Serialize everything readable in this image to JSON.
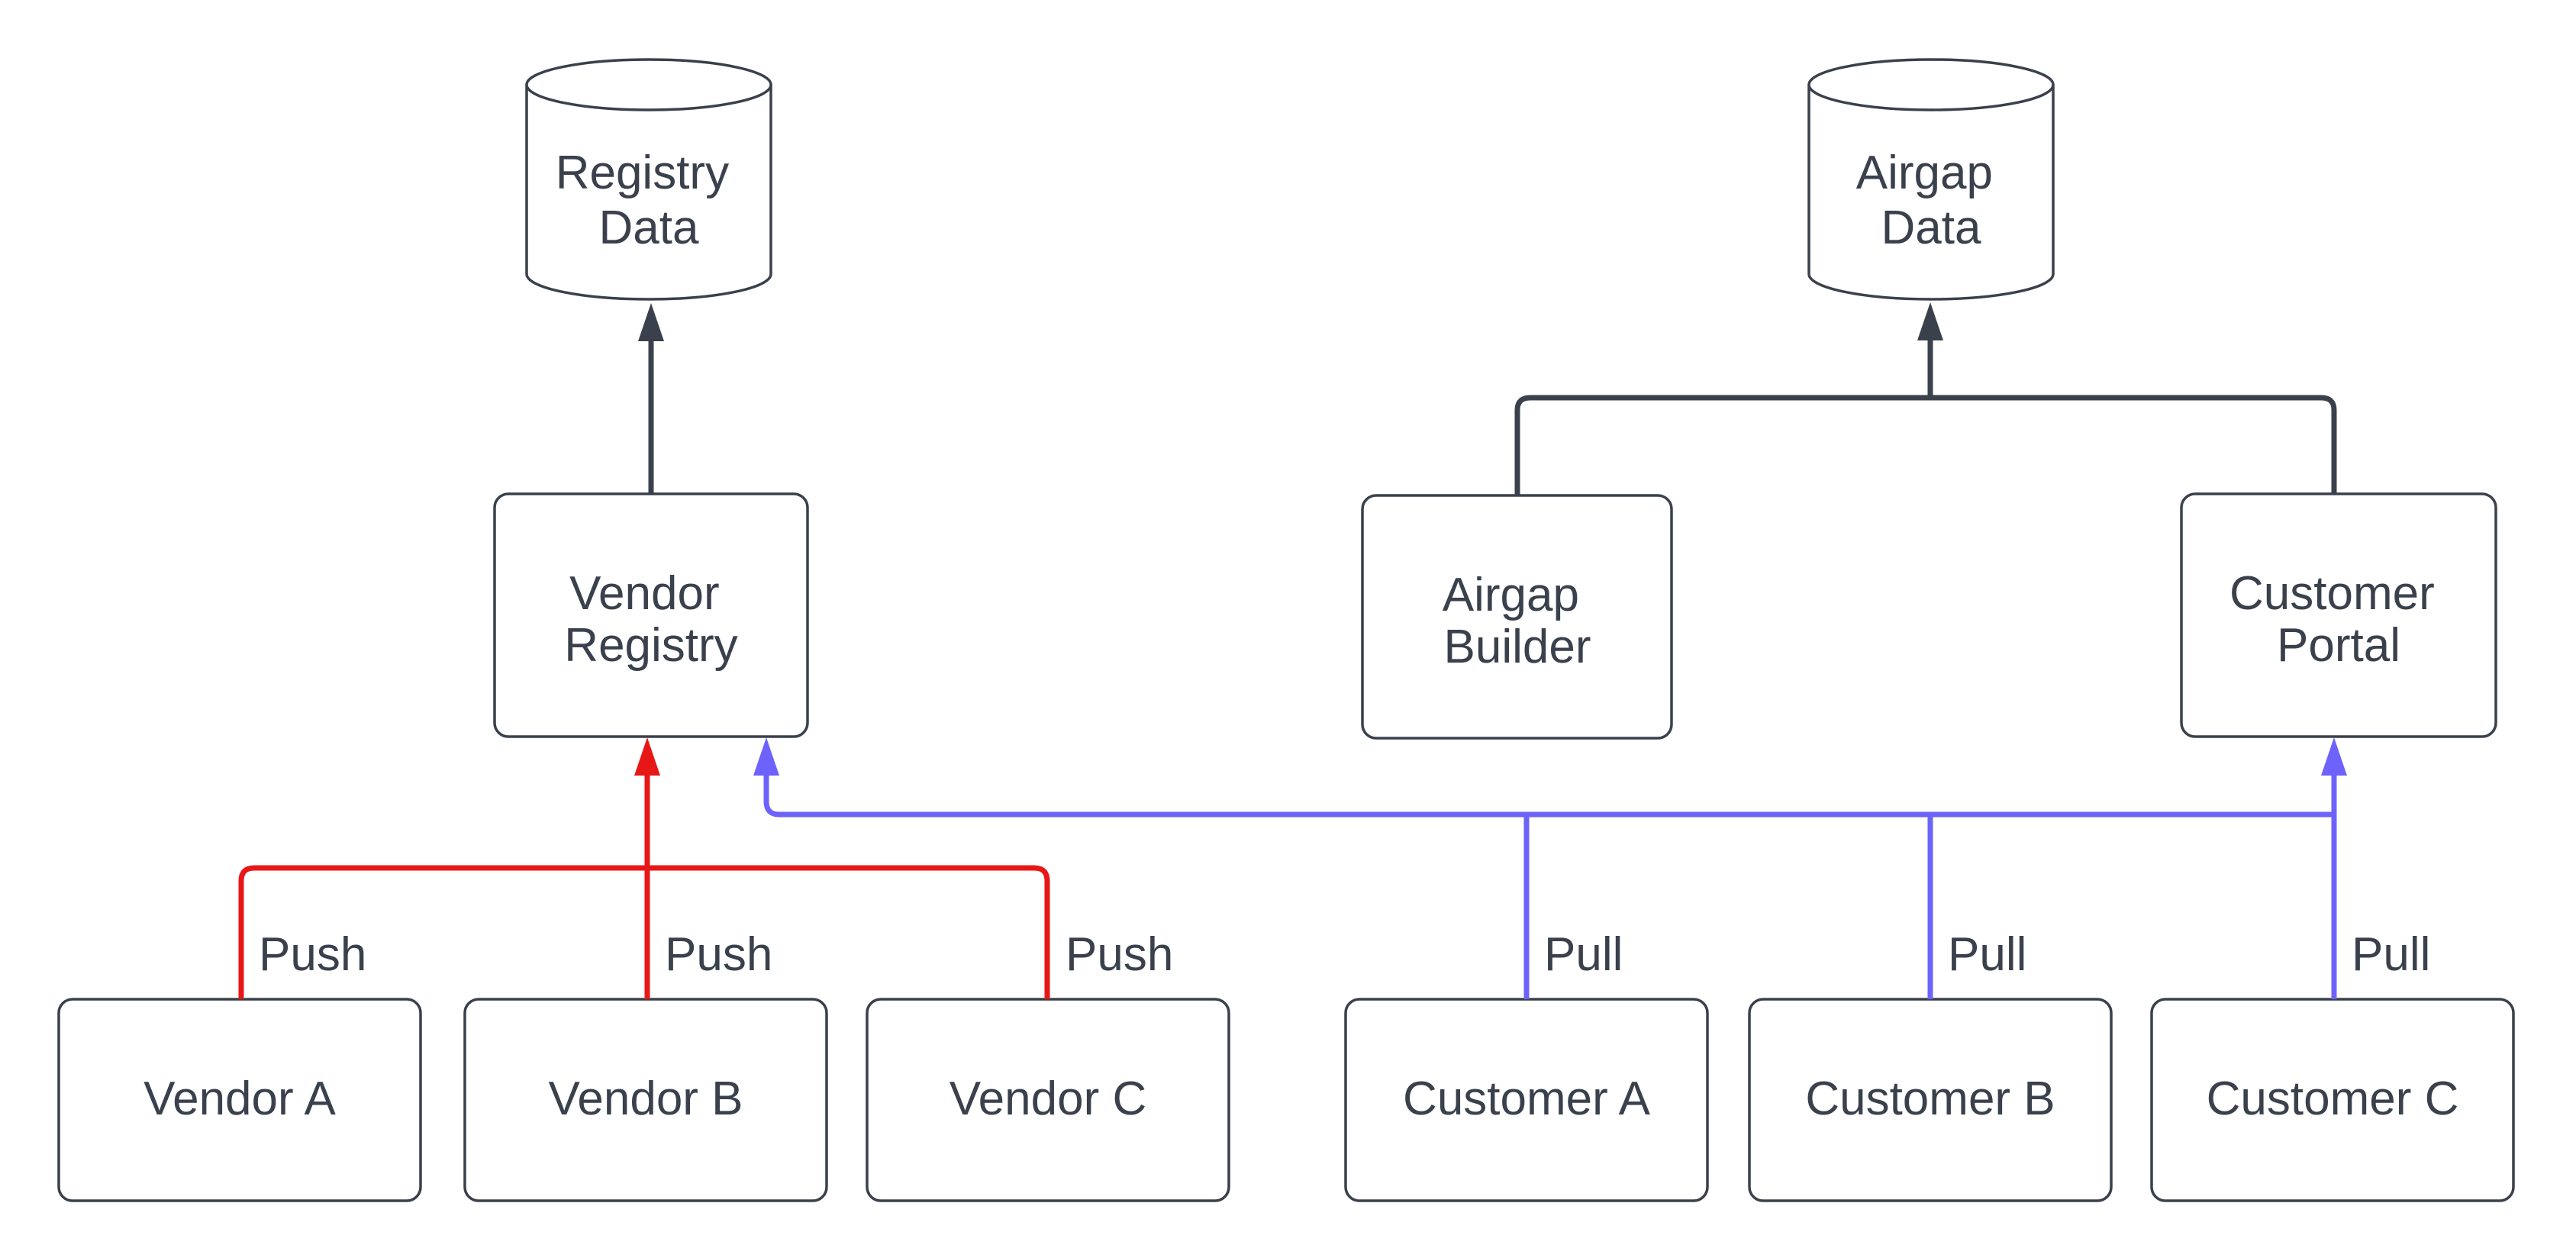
{
  "diagram": {
    "background": "#ffffff",
    "colors": {
      "node_stroke": "#3a414c",
      "text": "#3a414c",
      "dark_edge": "#3a414c",
      "push_edge": "#e81717",
      "pull_edge": "#6d63fa"
    },
    "nodes": {
      "registry_data": {
        "shape": "cylinder",
        "line1": "Registry",
        "line2": "Data"
      },
      "airgap_data": {
        "shape": "cylinder",
        "line1": "Airgap",
        "line2": "Data"
      },
      "vendor_registry": {
        "shape": "rounded-rect",
        "line1": "Vendor",
        "line2": "Registry"
      },
      "airgap_builder": {
        "shape": "rounded-rect",
        "line1": "Airgap",
        "line2": "Builder"
      },
      "customer_portal": {
        "shape": "rounded-rect",
        "line1": "Customer",
        "line2": "Portal"
      },
      "vendor_a": {
        "shape": "rounded-rect",
        "label": "Vendor A"
      },
      "vendor_b": {
        "shape": "rounded-rect",
        "label": "Vendor B"
      },
      "vendor_c": {
        "shape": "rounded-rect",
        "label": "Vendor C"
      },
      "customer_a": {
        "shape": "rounded-rect",
        "label": "Customer A"
      },
      "customer_b": {
        "shape": "rounded-rect",
        "label": "Customer B"
      },
      "customer_c": {
        "shape": "rounded-rect",
        "label": "Customer C"
      }
    },
    "edges": {
      "registry_store": {
        "from": "Vendor Registry",
        "to": "Registry Data",
        "label": ""
      },
      "airgap_store": {
        "from": "Airgap Builder / Customer Portal",
        "to": "Airgap Data",
        "label": ""
      },
      "push_a": {
        "from": "Vendor A",
        "to": "Vendor Registry",
        "label": "Push"
      },
      "push_b": {
        "from": "Vendor B",
        "to": "Vendor Registry",
        "label": "Push"
      },
      "push_c": {
        "from": "Vendor C",
        "to": "Vendor Registry",
        "label": "Push"
      },
      "pull_a": {
        "from": "Customer A",
        "to": "Vendor Registry / Customer Portal",
        "label": "Pull"
      },
      "pull_b": {
        "from": "Customer B",
        "to": "Vendor Registry / Customer Portal",
        "label": "Pull"
      },
      "pull_c": {
        "from": "Customer C",
        "to": "Vendor Registry / Customer Portal",
        "label": "Pull"
      }
    }
  }
}
